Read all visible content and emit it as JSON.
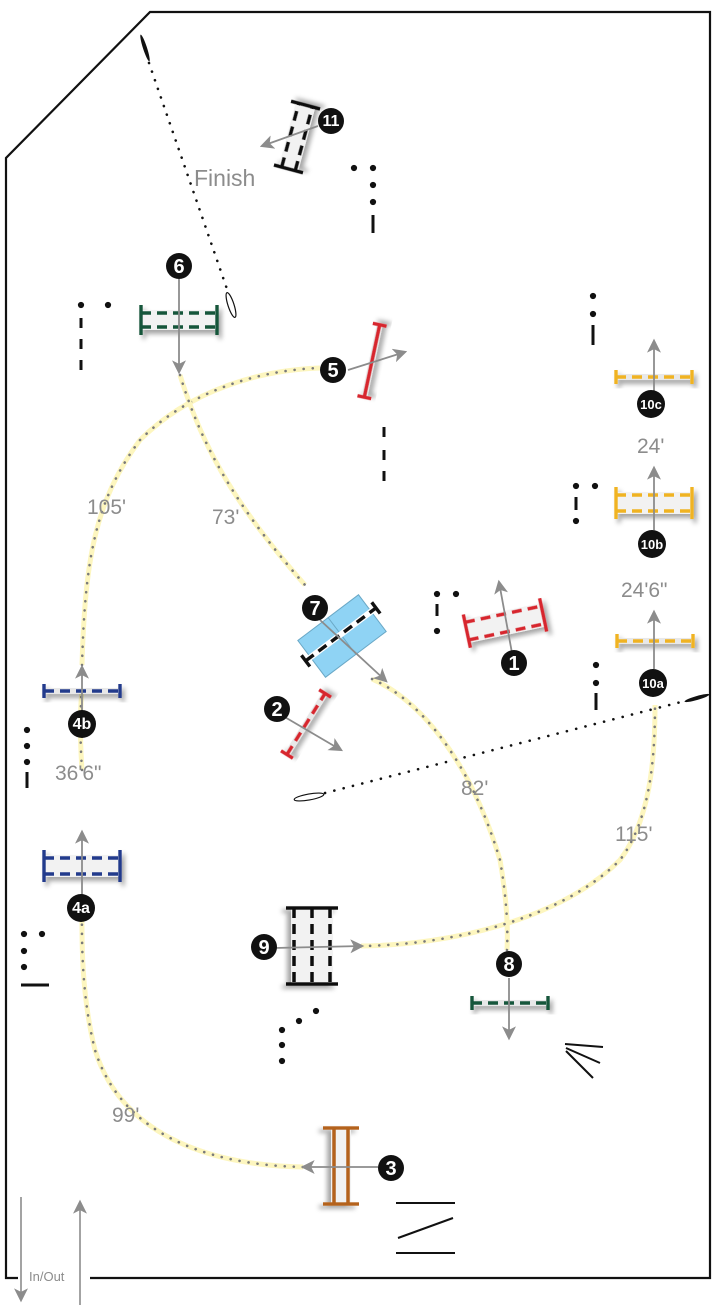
{
  "title": "Show Jumping Course Map",
  "labels": {
    "finish": "Finish",
    "in_out": "In/Out"
  },
  "colors": {
    "red": "#d7282f",
    "blue": "#233a8c",
    "green": "#12563a",
    "yellow": "#f0b323",
    "brown": "#b4621e",
    "black": "#111111",
    "water": "#8fd3f4",
    "arrow": "#8c8c8c",
    "track_dots": "#7a7a7a",
    "track_glow": "#fdf6bf"
  },
  "jumps": [
    {
      "number": "1",
      "type": "oxer",
      "color": "red"
    },
    {
      "number": "2",
      "type": "vertical",
      "color": "red"
    },
    {
      "number": "3",
      "type": "oxer",
      "color": "brown"
    },
    {
      "number": "4a",
      "type": "oxer",
      "color": "blue"
    },
    {
      "number": "4b",
      "type": "vertical",
      "color": "blue"
    },
    {
      "number": "5",
      "type": "vertical",
      "color": "red"
    },
    {
      "number": "6",
      "type": "oxer",
      "color": "green"
    },
    {
      "number": "7",
      "type": "liverpool-vertical",
      "color": "black"
    },
    {
      "number": "8",
      "type": "vertical",
      "color": "green"
    },
    {
      "number": "9",
      "type": "triple-bar",
      "color": "black"
    },
    {
      "number": "10a",
      "type": "vertical",
      "color": "yellow"
    },
    {
      "number": "10b",
      "type": "oxer",
      "color": "yellow"
    },
    {
      "number": "10c",
      "type": "vertical",
      "color": "yellow"
    },
    {
      "number": "11",
      "type": "oxer",
      "color": "black"
    }
  ],
  "distances": [
    {
      "from": "3",
      "to": "4a",
      "label": "99'"
    },
    {
      "from": "4a",
      "to": "4b",
      "label": "36'6\""
    },
    {
      "from": "4b",
      "to": "5",
      "label": "105'"
    },
    {
      "from": "6",
      "to": "7",
      "label": "73'"
    },
    {
      "from": "7",
      "to": "8",
      "label": "82'"
    },
    {
      "from": "9",
      "to": "10a",
      "label": "115'"
    },
    {
      "from": "10a",
      "to": "10b",
      "label": "24'6\""
    },
    {
      "from": "10b",
      "to": "10c",
      "label": "24'"
    }
  ]
}
